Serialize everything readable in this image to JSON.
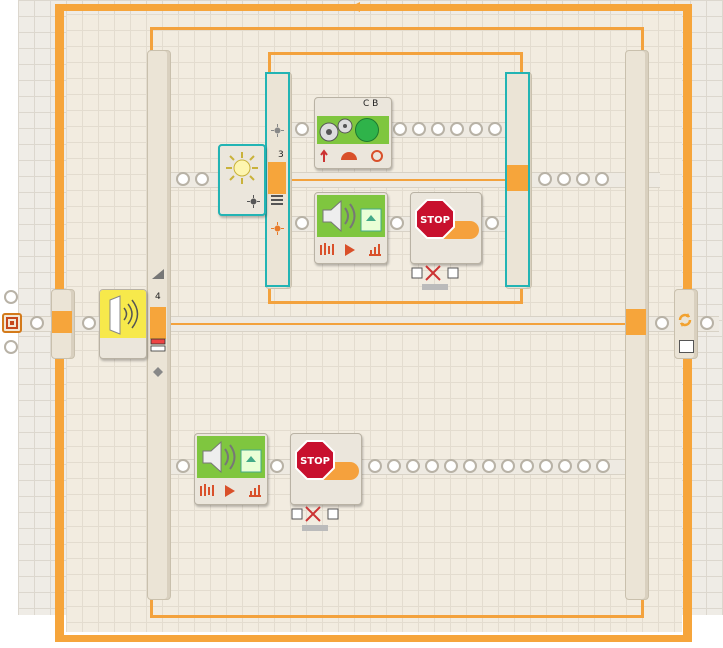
{
  "switch_top": {
    "plug_number": "3",
    "motor_ports": "C B"
  },
  "switch_main": {
    "plug_number": "4"
  },
  "stop_block": {
    "label": "STOP"
  },
  "icons": [
    "light-sensor-icon",
    "sound-icon",
    "stop-sign-icon",
    "gear-icon",
    "loop-icon",
    "sound-sensor-icon"
  ],
  "colors": {
    "loop": "#f6a53b",
    "teal": "#22b4b4",
    "green": "#7fc63f",
    "yellow": "#f7e94b",
    "stop": "#c8102e"
  }
}
